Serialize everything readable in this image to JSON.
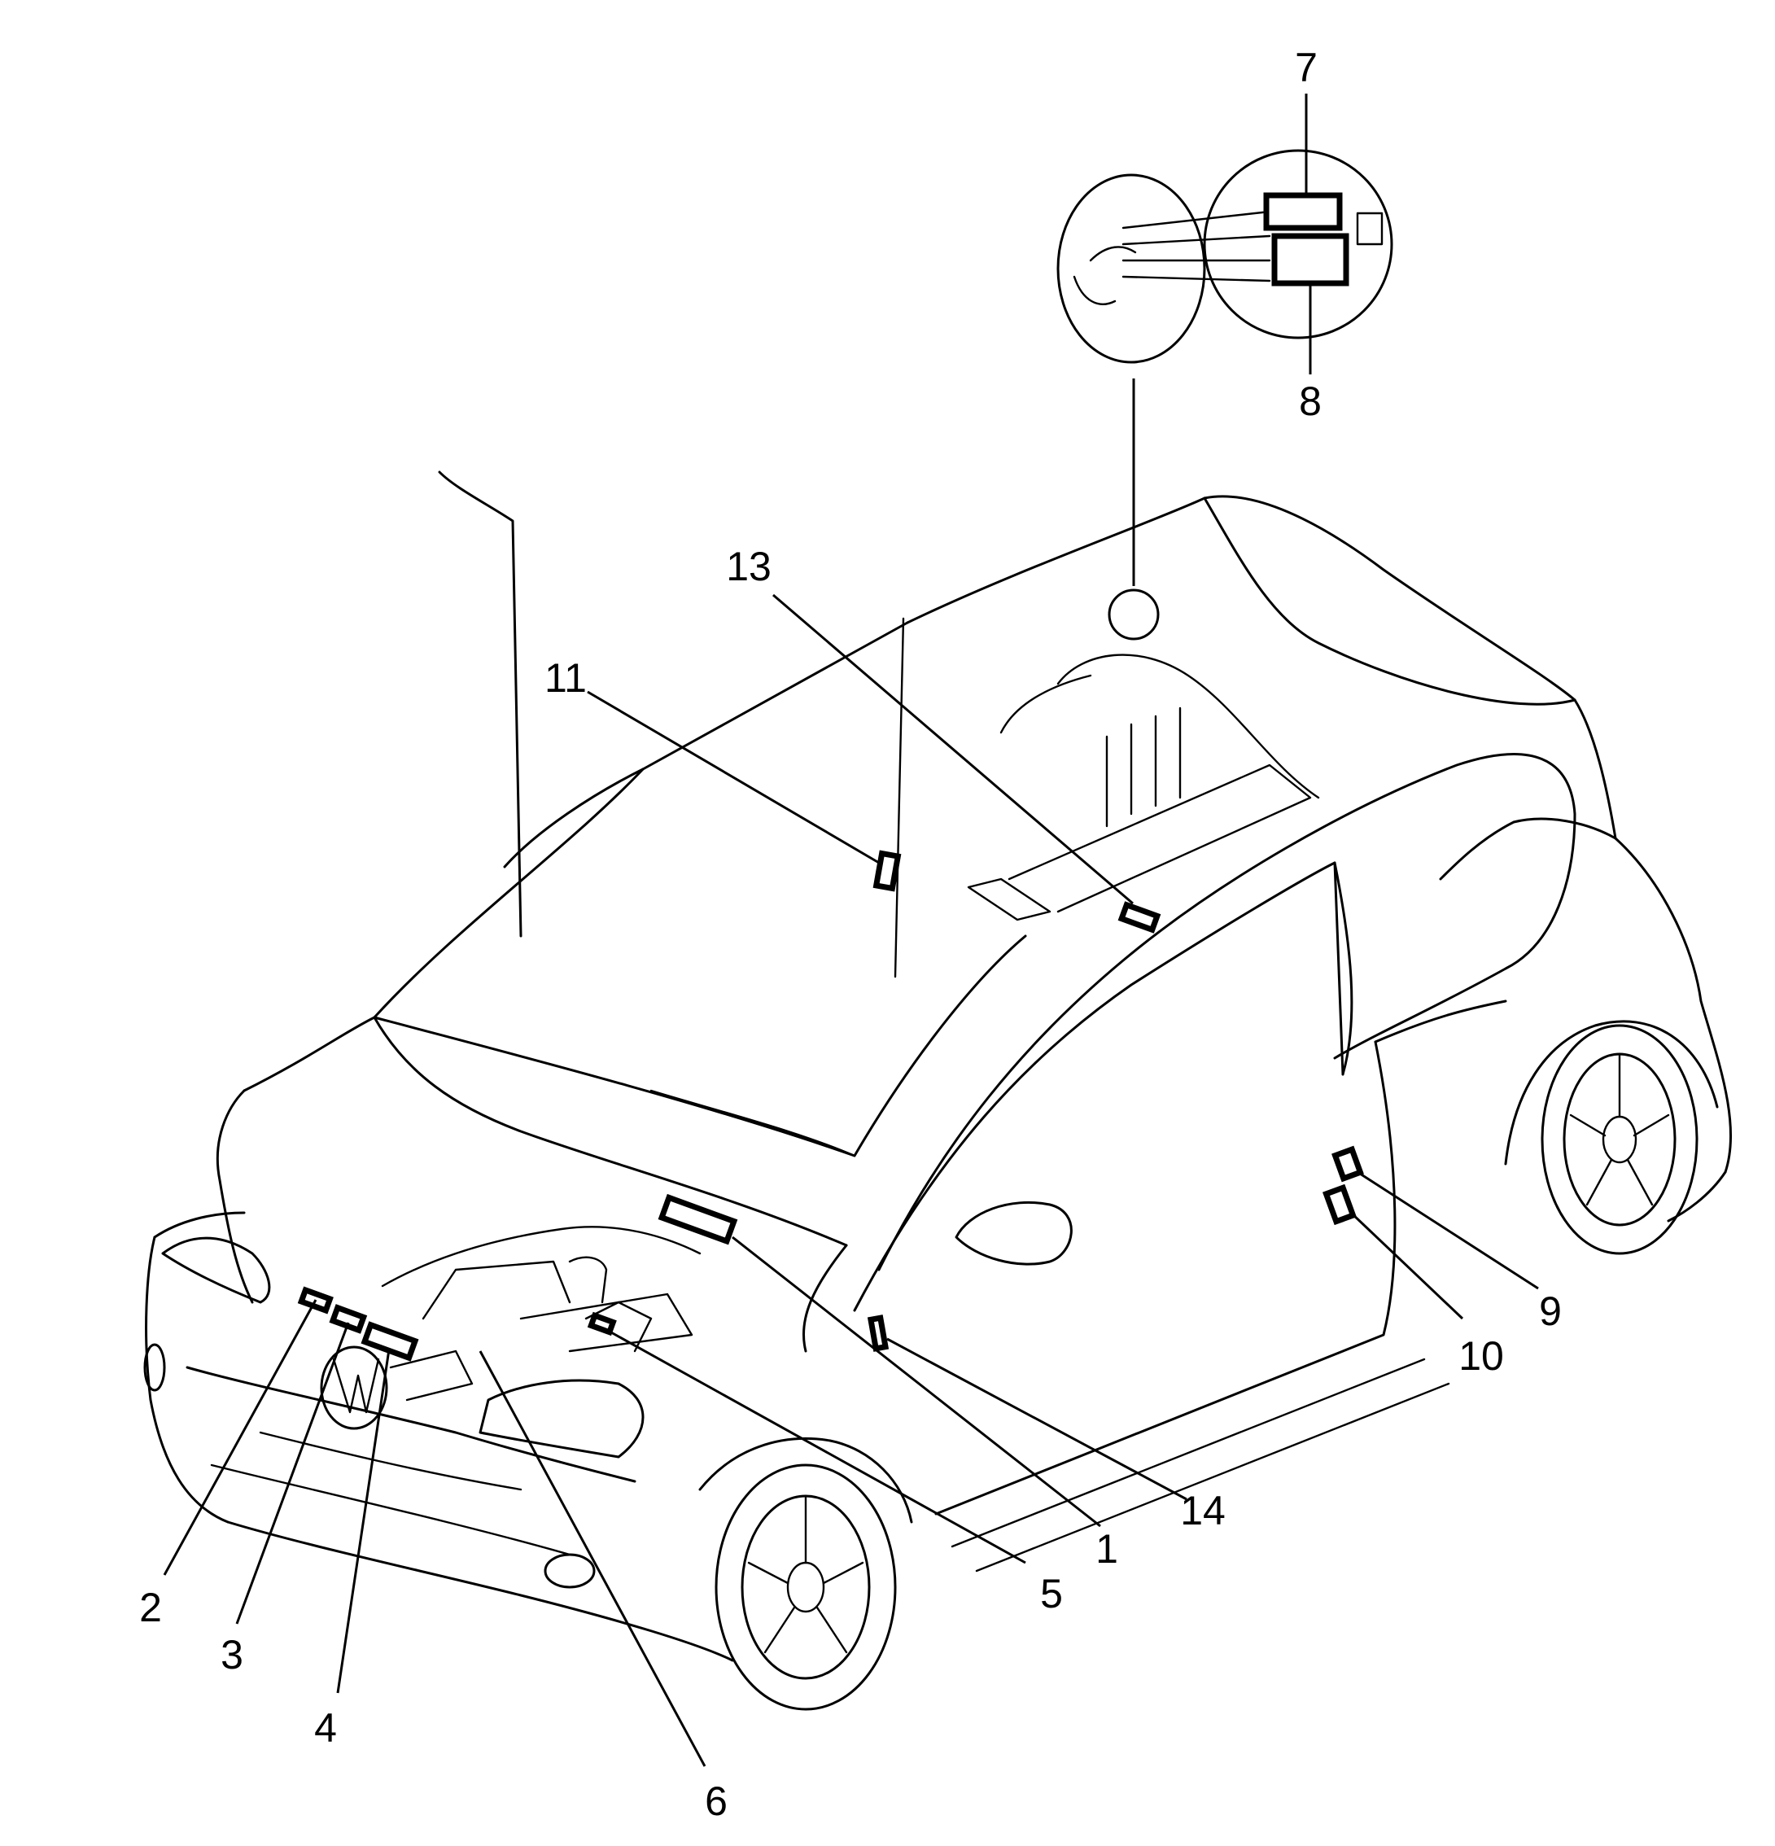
{
  "callouts": [
    {
      "id": "c1",
      "label": "1"
    },
    {
      "id": "c2",
      "label": "2"
    },
    {
      "id": "c3",
      "label": "3"
    },
    {
      "id": "c4",
      "label": "4"
    },
    {
      "id": "c5",
      "label": "5"
    },
    {
      "id": "c6",
      "label": "6"
    },
    {
      "id": "c7",
      "label": "7"
    },
    {
      "id": "c8",
      "label": "8"
    },
    {
      "id": "c9",
      "label": "9"
    },
    {
      "id": "c10",
      "label": "10"
    },
    {
      "id": "c11",
      "label": "11"
    },
    {
      "id": "c13",
      "label": "13"
    },
    {
      "id": "c14",
      "label": "14"
    }
  ]
}
